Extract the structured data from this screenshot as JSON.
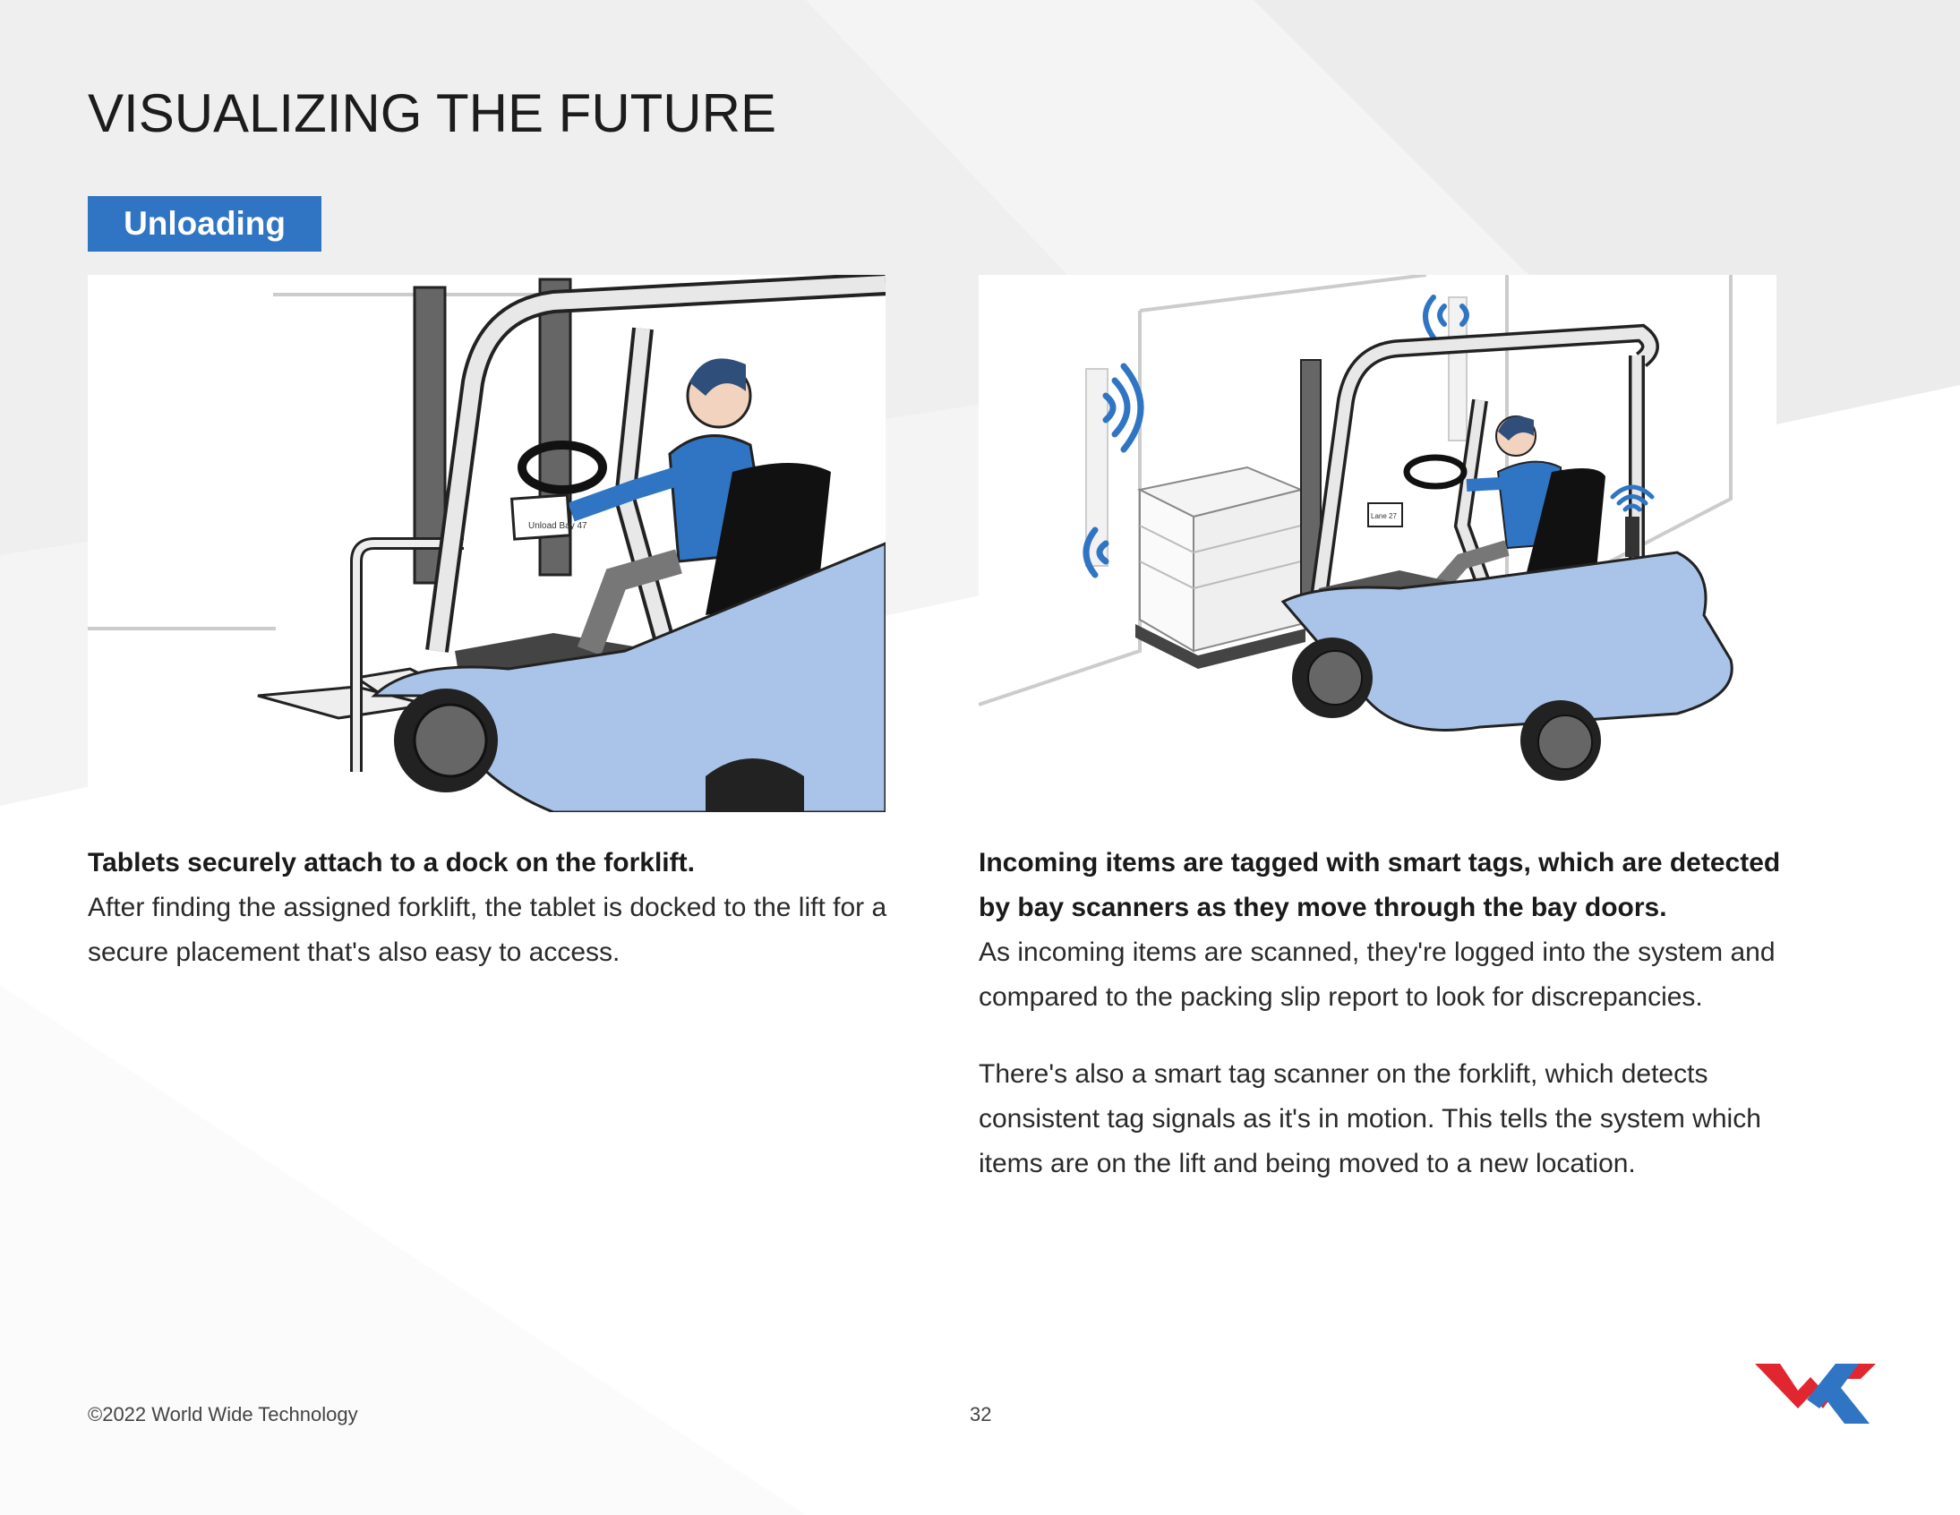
{
  "page": {
    "title": "VISUALIZING THE FUTURE",
    "section_badge": "Unloading"
  },
  "left": {
    "illustration_label": "Unload Bay 47",
    "lead": "Tablets securely attach to a dock on the forklift.",
    "body": "After finding the assigned forklift, the tablet is docked to the lift for a secure placement that's also easy to access."
  },
  "right": {
    "illustration_label": "Lane 27",
    "lead": "Incoming items are tagged with smart tags, which are detected by bay scanners as they move through the bay doors.",
    "body1": "As incoming items are scanned, they're logged into the system and compared to the packing slip report to look for discrepancies.",
    "body2": "There's also a smart tag scanner on the forklift, which detects consistent tag signals as it's in motion. This tells the system which items are on the lift and being moved to a new location."
  },
  "footer": {
    "copyright": "©2022 World Wide Technology",
    "page_number": "32"
  },
  "colors": {
    "accent_blue": "#2f75c4",
    "forklift_blue": "#a9c4e8",
    "logo_red": "#e1262f",
    "logo_blue": "#2f75c4"
  },
  "icons": {
    "logo": "wwt-logo",
    "signal": "wireless-signal-icon"
  }
}
